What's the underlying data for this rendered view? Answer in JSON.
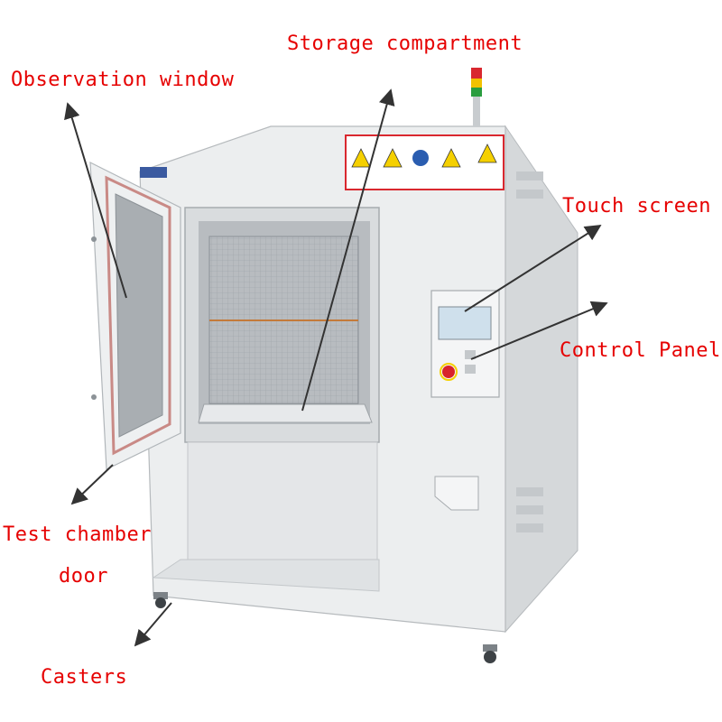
{
  "labels": {
    "storage_compartment": "Storage compartment",
    "observation_window": "Observation window",
    "touch_screen": "Touch screen",
    "control_panel": "Control Panel",
    "test_chamber_door_line1": "Test chamber",
    "test_chamber_door_line2": "door",
    "casters": "Casters"
  },
  "colors": {
    "annotation": "#e60000",
    "arrow": "#333333",
    "cabinet": "#eceeef",
    "cabinet_shade": "#d5d8da",
    "interior": "#b8bcc0",
    "door_gasket": "#c98a86",
    "beacon_red": "#d9282f",
    "beacon_yellow": "#f2c200",
    "beacon_green": "#2a9d3f",
    "warning_yellow": "#f5d000",
    "screen": "#cfe0ec",
    "estop": "#d8232a"
  },
  "icons": [
    "warning-sticker-icon",
    "estop-button-icon",
    "beacon-light-icon",
    "caster-wheel-icon"
  ]
}
